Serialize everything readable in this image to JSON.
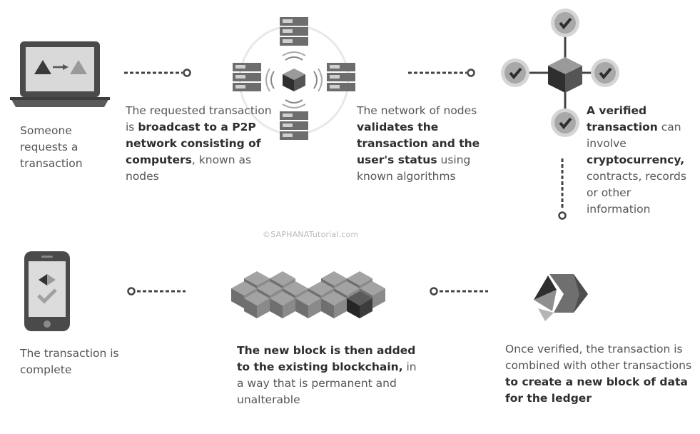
{
  "steps": [
    {
      "id": "request",
      "parts": [
        {
          "t": "Someone requests a transaction",
          "b": false
        }
      ]
    },
    {
      "id": "broadcast",
      "parts": [
        {
          "t": "The requested transaction is ",
          "b": false
        },
        {
          "t": "broadcast to a P2P network consisting of computers",
          "b": true
        },
        {
          "t": ", known as nodes",
          "b": false
        }
      ]
    },
    {
      "id": "validate",
      "parts": [
        {
          "t": "The network of nodes ",
          "b": false
        },
        {
          "t": "validates the transaction and the user's status",
          "b": true
        },
        {
          "t": " using known algorithms",
          "b": false
        }
      ]
    },
    {
      "id": "verified",
      "parts": [
        {
          "t": "A verified transaction",
          "b": true
        },
        {
          "t": " can involve ",
          "b": false
        },
        {
          "t": "cryptocurrency,",
          "b": true
        },
        {
          "t": " contracts, records or other information",
          "b": false
        }
      ]
    },
    {
      "id": "combined",
      "parts": [
        {
          "t": "Once verified, the transaction is combined with other transactions ",
          "b": false
        },
        {
          "t": "to create a new block of data for the ledger",
          "b": true
        }
      ]
    },
    {
      "id": "added",
      "parts": [
        {
          "t": "The new block is then added to the existing blockchain,",
          "b": true
        },
        {
          "t": " in a way that is permanent and unalterable",
          "b": false
        }
      ]
    },
    {
      "id": "complete",
      "parts": [
        {
          "t": "The transaction is complete",
          "b": false
        }
      ]
    }
  ],
  "watermark": "©SAPHANATutorial.com",
  "colors": {
    "text": "#555555",
    "bold_text": "#2e2e2e",
    "icon_dark": "#3a3a3a",
    "icon_mid": "#7d7d7d",
    "icon_light": "#b5b5b5",
    "connector": "#444444"
  }
}
